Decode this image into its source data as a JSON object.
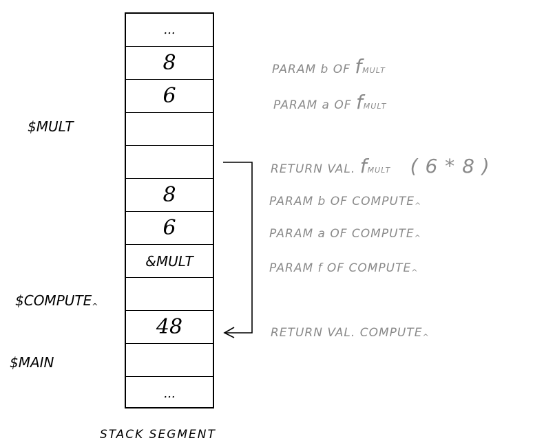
{
  "stack": {
    "cells": [
      {
        "text": "...",
        "kind": "dots"
      },
      {
        "text": "8",
        "kind": "num"
      },
      {
        "text": "6",
        "kind": "num"
      },
      {
        "text": "",
        "kind": "empty"
      },
      {
        "text": "",
        "kind": "empty"
      },
      {
        "text": "8",
        "kind": "num"
      },
      {
        "text": "6",
        "kind": "num"
      },
      {
        "text": "&MULT",
        "kind": "small"
      },
      {
        "text": "",
        "kind": "empty"
      },
      {
        "text": "48",
        "kind": "num"
      },
      {
        "text": "",
        "kind": "empty"
      },
      {
        "text": "...",
        "kind": "dots"
      }
    ]
  },
  "frames": {
    "mult": "$MULT",
    "compute": "$COMPUTE",
    "compute_sub": "^",
    "main": "$MAIN"
  },
  "annotations": {
    "param_b_mult": {
      "prefix": "PARAM b OF",
      "f": "f",
      "fname": "MULT"
    },
    "param_a_mult": {
      "prefix": "PARAM a OF",
      "f": "f",
      "fname": "MULT"
    },
    "return_mult": {
      "prefix": "RETURN VAL.",
      "f": "f",
      "fname": "MULT",
      "expr": "( 6 * 8 )"
    },
    "param_b_compute": {
      "text": "PARAM b OF COMPUTE",
      "sub": "^"
    },
    "param_a_compute": {
      "text": "PARAM a OF COMPUTE",
      "sub": "^"
    },
    "param_f_compute": {
      "text": "PARAM f OF COMPUTE",
      "sub": "^"
    },
    "return_compute": {
      "text": "RETURN VAL. COMPUTE",
      "sub": "^"
    }
  },
  "caption": "STACK SEGMENT",
  "colors": {
    "ink": "#000000",
    "pencil": "#8a8a8a"
  }
}
